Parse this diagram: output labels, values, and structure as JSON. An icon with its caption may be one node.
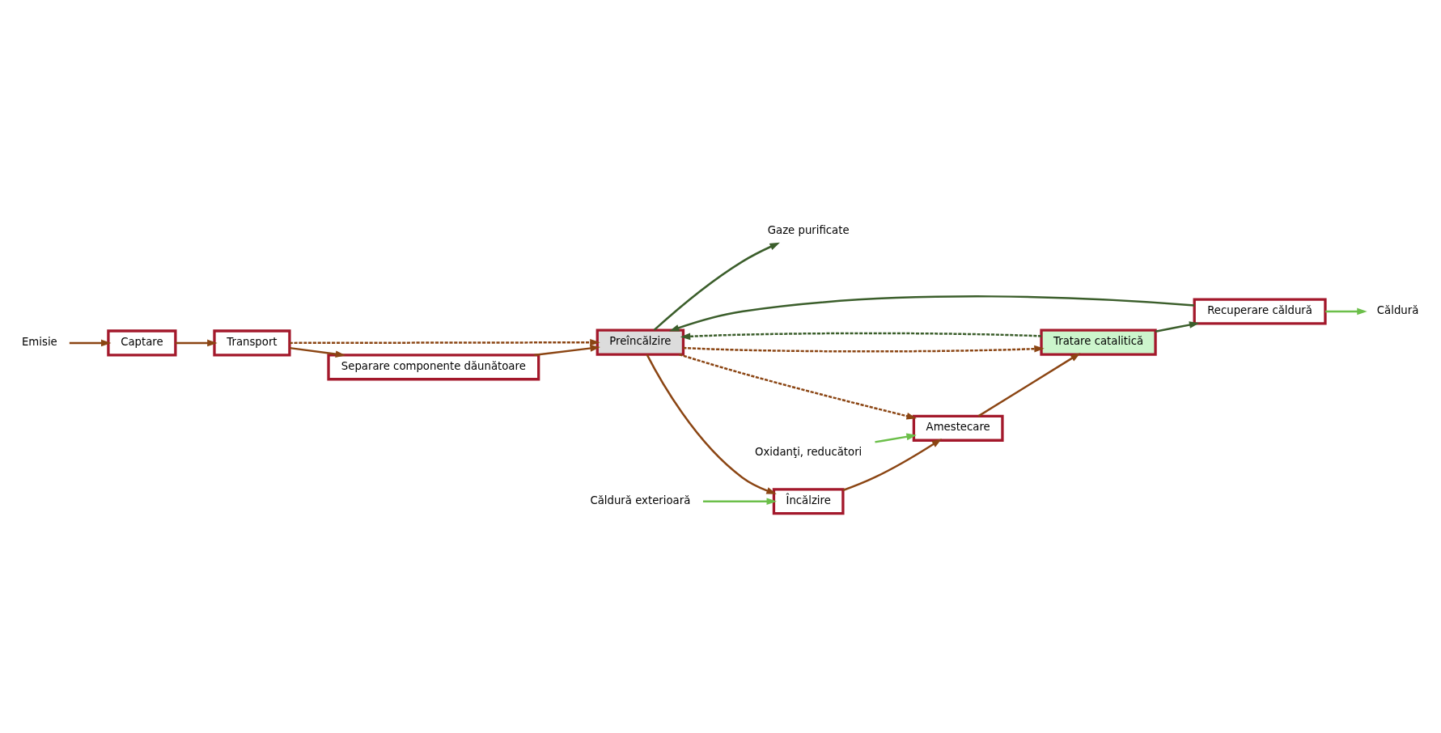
{
  "diagram": {
    "nodes": [
      {
        "text": [
          "Emisie"
        ]
      },
      {
        "text": [
          "Captare"
        ]
      },
      {
        "text": [
          "Transport"
        ]
      },
      {
        "text": [
          "Separare componente dăunătoare"
        ]
      },
      {
        "text": [
          "Gaze purificate"
        ]
      },
      {
        "text": [
          "Preîncălzire"
        ]
      },
      {
        "text": [
          "Recuperare căldură"
        ]
      },
      {
        "text": [
          "Căldură"
        ]
      },
      {
        "text": [
          "Tratare catalitică"
        ]
      },
      {
        "text": [
          "Amestecare"
        ]
      },
      {
        "text": [
          "Oxidanţi, reducători"
        ]
      },
      {
        "text": [
          "Încălzire"
        ]
      },
      {
        "text": [
          "Căldură exterioară"
        ]
      }
    ],
    "edges": [
      {
        "from": 0,
        "to": 1,
        "arrow": "to"
      },
      {
        "from": 1,
        "to": 2,
        "arrow": "to"
      },
      {
        "from": 2,
        "to": 3,
        "arrow": "to"
      },
      {
        "from": 2,
        "to": 5,
        "arrow": "to",
        "style": "dashed"
      },
      {
        "from": 3,
        "to": 5,
        "arrow": "to"
      },
      {
        "from": 5,
        "to": 11,
        "arrow": "to"
      },
      {
        "from": 5,
        "to": 9,
        "arrow": "to",
        "style": "dashed"
      },
      {
        "from": 5,
        "to": 8,
        "arrow": "to",
        "style": "dashed"
      },
      {
        "from": 11,
        "to": 9,
        "arrow": "to"
      },
      {
        "from": 9,
        "to": 8,
        "arrow": "to"
      },
      {
        "from": 8,
        "to": 6,
        "arrow": "to",
        "color": "#3b5e2b"
      },
      {
        "from": 8,
        "to": 5,
        "arrow": "to",
        "style": "dashed",
        "color": "#3b5e2b"
      },
      {
        "from": 6,
        "to": 5,
        "arrow": "to",
        "color": "#3b5e2b"
      },
      {
        "from": 5,
        "to": 4,
        "arrow": "to",
        "color": "#3b5e2b"
      },
      {
        "from": 6,
        "to": 7,
        "arrow": "to",
        "color": "#6cbf4a"
      },
      {
        "from": 10,
        "to": 9,
        "arrow": "to",
        "color": "#6cbf4a"
      },
      {
        "from": 12,
        "to": 11,
        "arrow": "to",
        "color": "#6cbf4a"
      }
    ]
  }
}
